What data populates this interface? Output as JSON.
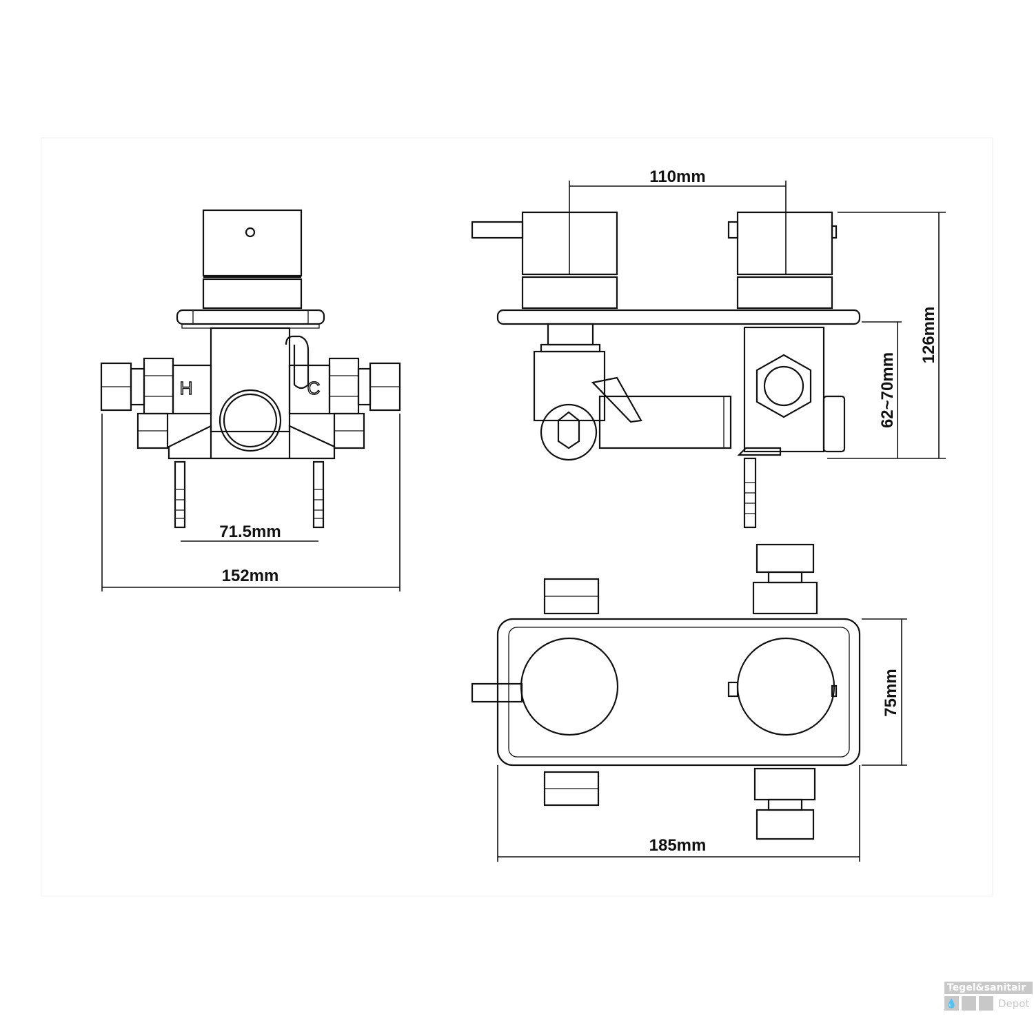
{
  "dimensions": {
    "knob_spacing": "110mm",
    "total_height": "126mm",
    "wall_depth": "62~70mm",
    "anchor_spacing": "71.5mm",
    "front_width": "152mm",
    "plate_height": "75mm",
    "plate_width": "185mm"
  },
  "labels": {
    "hot": "H",
    "cold": "C"
  },
  "logo": {
    "line1": "Tegel&sanitair",
    "line2": "Depot"
  }
}
